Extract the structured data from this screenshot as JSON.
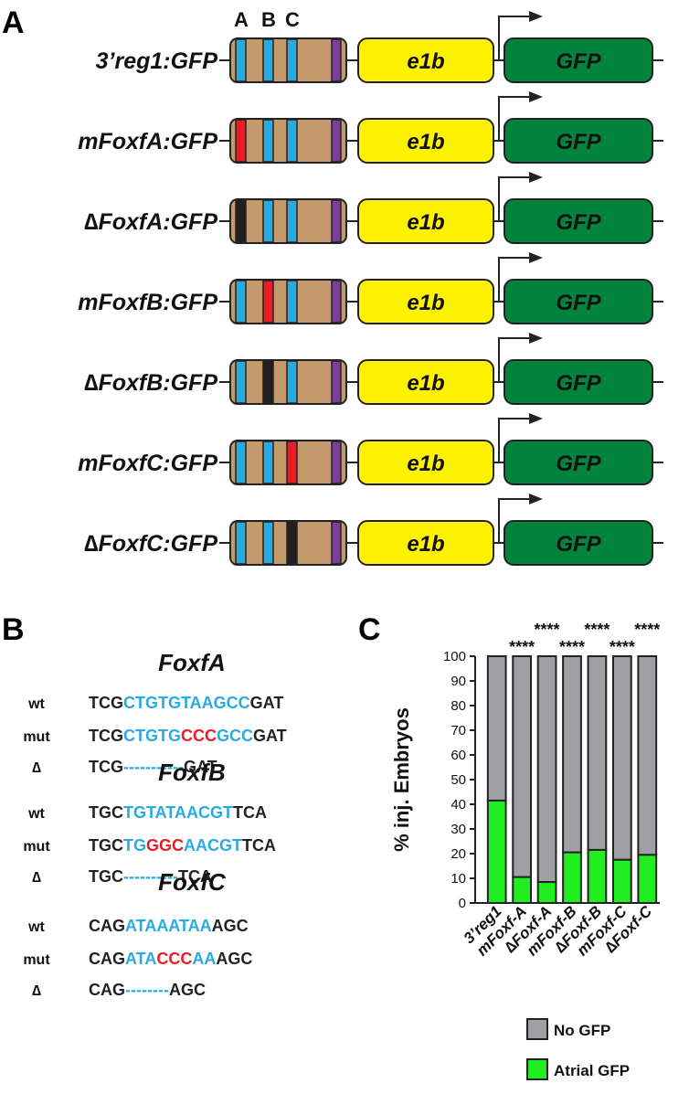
{
  "panels": {
    "a": "A",
    "b": "B",
    "c": "C"
  },
  "site_letters": [
    "A",
    "B",
    "C"
  ],
  "box_labels": {
    "enhancer_promoter": "e1b",
    "reporter": "GFP"
  },
  "colors": {
    "enhancer": "#c49a6c",
    "site_wt": "#29abe2",
    "site_mut": "#ed1c24",
    "site_del": "#231f20",
    "purple_site": "#7b3f98",
    "e1b": "#fff200",
    "gfp": "#00843d",
    "seq_site": "#29abe2",
    "seq_mut": "#ed1c24",
    "bar_no_gfp": "#a0a0a4",
    "bar_atrial_gfp": "#21ee21"
  },
  "constructs": [
    {
      "label": "3’reg1:GFP",
      "sites": [
        "wt",
        "wt",
        "wt"
      ]
    },
    {
      "label": "mFoxfA:GFP",
      "sites": [
        "mut",
        "wt",
        "wt"
      ]
    },
    {
      "label": "∆FoxfA:GFP",
      "sites": [
        "del",
        "wt",
        "wt"
      ]
    },
    {
      "label": "mFoxfB:GFP",
      "sites": [
        "wt",
        "mut",
        "wt"
      ]
    },
    {
      "label": "∆FoxfB:GFP",
      "sites": [
        "wt",
        "del",
        "wt"
      ]
    },
    {
      "label": "mFoxfC:GFP",
      "sites": [
        "wt",
        "wt",
        "mut"
      ]
    },
    {
      "label": "∆FoxfC:GFP",
      "sites": [
        "wt",
        "wt",
        "del"
      ]
    }
  ],
  "sequences": [
    {
      "title": "FoxfA",
      "rows": [
        {
          "label": "wt",
          "segments": [
            {
              "t": "TCG",
              "c": "k"
            },
            {
              "t": "CTGTGTAAGCC",
              "c": "b"
            },
            {
              "t": "GAT",
              "c": "k"
            }
          ]
        },
        {
          "label": "mut",
          "segments": [
            {
              "t": "TCG",
              "c": "k"
            },
            {
              "t": "CTGTG",
              "c": "b"
            },
            {
              "t": "CCC",
              "c": "r"
            },
            {
              "t": "GCC",
              "c": "b"
            },
            {
              "t": "GAT",
              "c": "k"
            }
          ]
        },
        {
          "label": "∆",
          "segments": [
            {
              "t": "TCG",
              "c": "k"
            },
            {
              "t": "-----------",
              "c": "dash"
            },
            {
              "t": "GAT",
              "c": "k"
            }
          ]
        }
      ]
    },
    {
      "title": "FoxfB",
      "rows": [
        {
          "label": "wt",
          "segments": [
            {
              "t": "TGC",
              "c": "k"
            },
            {
              "t": "TGTATAACGT",
              "c": "b"
            },
            {
              "t": "TCA",
              "c": "k"
            }
          ]
        },
        {
          "label": "mut",
          "segments": [
            {
              "t": "TGC",
              "c": "k"
            },
            {
              "t": "TG",
              "c": "b"
            },
            {
              "t": "GGC",
              "c": "r"
            },
            {
              "t": "AACGT",
              "c": "b"
            },
            {
              "t": "TCA",
              "c": "k"
            }
          ]
        },
        {
          "label": "∆",
          "segments": [
            {
              "t": "TGC",
              "c": "k"
            },
            {
              "t": "----------",
              "c": "dash"
            },
            {
              "t": "TCA",
              "c": "k"
            }
          ]
        }
      ]
    },
    {
      "title": "FoxfC",
      "rows": [
        {
          "label": "wt",
          "segments": [
            {
              "t": "CAG",
              "c": "k"
            },
            {
              "t": "ATAAATAA",
              "c": "b"
            },
            {
              "t": "AGC",
              "c": "k"
            }
          ]
        },
        {
          "label": "mut",
          "segments": [
            {
              "t": "CAG",
              "c": "k"
            },
            {
              "t": "ATA",
              "c": "b"
            },
            {
              "t": "CCC",
              "c": "r"
            },
            {
              "t": "AA",
              "c": "b"
            },
            {
              "t": "AGC",
              "c": "k"
            }
          ]
        },
        {
          "label": "∆",
          "segments": [
            {
              "t": "CAG",
              "c": "k"
            },
            {
              "t": "--------",
              "c": "dash"
            },
            {
              "t": "AGC",
              "c": "k"
            }
          ]
        }
      ]
    }
  ],
  "chart_data": {
    "type": "bar",
    "stacked": true,
    "categories": [
      "3’reg1",
      "mFoxf-A",
      "∆Foxf-A",
      "mFoxf-B",
      "∆Foxf-B",
      "mFoxf-C",
      "∆Foxf-C"
    ],
    "series": [
      {
        "name": "Atrial GFP",
        "values": [
          41.5,
          10.5,
          8.5,
          20.5,
          21.5,
          17.5,
          19.5
        ]
      },
      {
        "name": "No GFP",
        "values": [
          58.5,
          89.5,
          91.5,
          79.5,
          78.5,
          82.5,
          80.5
        ]
      }
    ],
    "significance": [
      "",
      "****",
      "****",
      "****",
      "****",
      "****",
      "****"
    ],
    "ylabel": "% inj. Embryos",
    "xlabel": "",
    "ylim": [
      0,
      100
    ],
    "yticks": [
      0,
      10,
      20,
      30,
      40,
      50,
      60,
      70,
      80,
      90,
      100
    ],
    "legend_position": "bottom",
    "legend": [
      {
        "label": "No GFP"
      },
      {
        "label": "Atrial GFP"
      }
    ]
  }
}
